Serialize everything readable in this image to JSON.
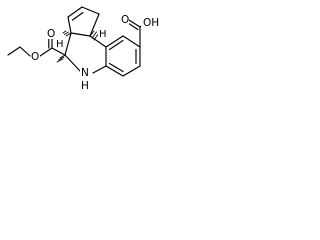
{
  "molecule": {
    "atom_labels": {
      "carboxyl_oh": "OH",
      "carboxyl_carbonyl_o": "O",
      "ester_carbonyl_o": "O",
      "ester_o": "O",
      "amine_n": "N",
      "amine_h": "H",
      "stereo_h_top": "H",
      "stereo_h_bottom": "H"
    }
  }
}
